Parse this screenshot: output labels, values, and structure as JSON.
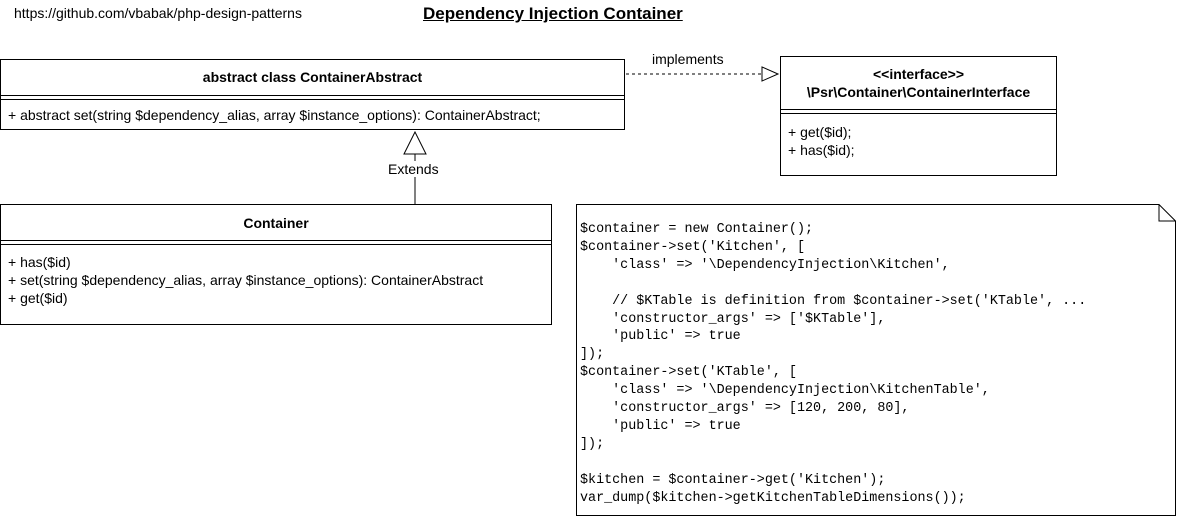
{
  "header": {
    "url": "https://github.com/vbabak/php-design-patterns",
    "title": "Dependency Injection Container"
  },
  "classes": {
    "abstract": {
      "name": "abstract class ContainerAbstract",
      "methods": [
        "+ abstract set(string $dependency_alias, array $instance_options): ContainerAbstract;"
      ]
    },
    "interface": {
      "stereotype": "<<interface>>",
      "name": "\\Psr\\Container\\ContainerInterface",
      "methods": [
        "+ get($id);",
        "+ has($id);"
      ]
    },
    "container": {
      "name": "Container",
      "methods": [
        "+ has($id)",
        "+ set(string $dependency_alias, array $instance_options): ContainerAbstract",
        "+ get($id)"
      ]
    }
  },
  "relations": {
    "implements": "implements",
    "extends": "Extends"
  },
  "note": {
    "code": "$container = new Container();\n$container->set('Kitchen', [\n    'class' => '\\DependencyInjection\\Kitchen',\n\n    // $KTable is definition from $container->set('KTable', ...\n    'constructor_args' => ['$KTable'],\n    'public' => true\n]);\n$container->set('KTable', [\n    'class' => '\\DependencyInjection\\KitchenTable',\n    'constructor_args' => [120, 200, 80],\n    'public' => true\n]);\n\n$kitchen = $container->get('Kitchen');\nvar_dump($kitchen->getKitchenTableDimensions());"
  }
}
